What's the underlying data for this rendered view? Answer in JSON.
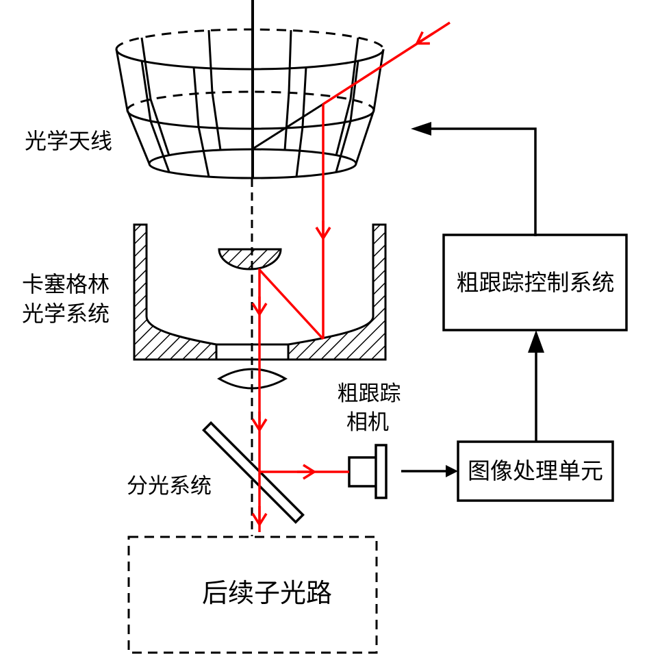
{
  "labels": {
    "optical_antenna": "光学天线",
    "cassegrain_line1": "卡塞格林",
    "cassegrain_line2": "光学系统",
    "coarse_camera_line1": "粗跟踪",
    "coarse_camera_line2": "相机",
    "beam_splitter": "分光系统",
    "coarse_tracking_control": "粗跟踪控制系统",
    "image_processing_unit": "图像处理单元",
    "subsequent_optical_path": "后续子光路"
  },
  "colors": {
    "beam_red": "#fe0000",
    "line_black": "#000000",
    "background": "#ffffff"
  }
}
